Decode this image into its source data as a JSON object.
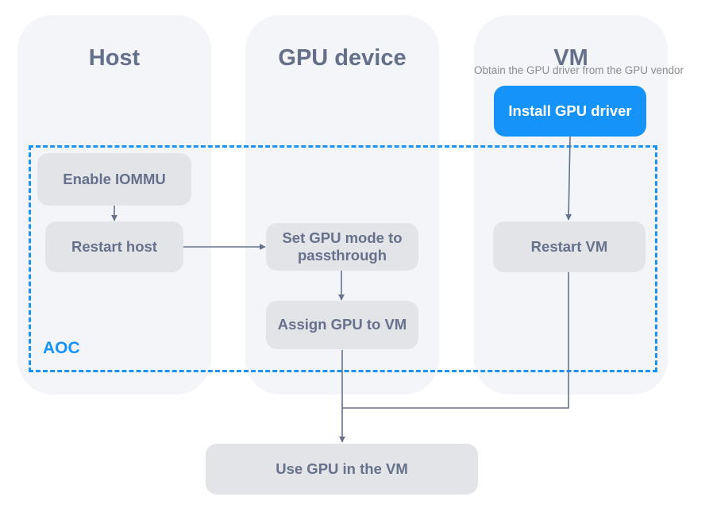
{
  "lanes": {
    "host": "Host",
    "gpu_device": "GPU device",
    "vm": "VM"
  },
  "note": "Obtain the GPU driver from the GPU vendor",
  "group": {
    "label": "AOC",
    "color": "#1693f8"
  },
  "nodes": {
    "enable_iommu": "Enable IOMMU",
    "restart_host": "Restart host",
    "set_gpu_mode": "Set GPU mode to passthrough",
    "assign_gpu": "Assign GPU to VM",
    "install_driver": "Install GPU driver",
    "restart_vm": "Restart VM",
    "use_gpu": "Use GPU in the VM"
  },
  "edges": [
    {
      "from": "enable_iommu",
      "to": "restart_host"
    },
    {
      "from": "restart_host",
      "to": "set_gpu_mode"
    },
    {
      "from": "set_gpu_mode",
      "to": "assign_gpu"
    },
    {
      "from": "install_driver",
      "to": "restart_vm"
    },
    {
      "from": "assign_gpu",
      "to": "use_gpu"
    },
    {
      "from": "restart_vm",
      "to": "use_gpu"
    }
  ],
  "colors": {
    "lane_bg": "#f4f5f9",
    "node_bg": "#e2e4e8",
    "node_text": "#66718b",
    "primary": "#1693f8",
    "edge": "#66718b"
  }
}
